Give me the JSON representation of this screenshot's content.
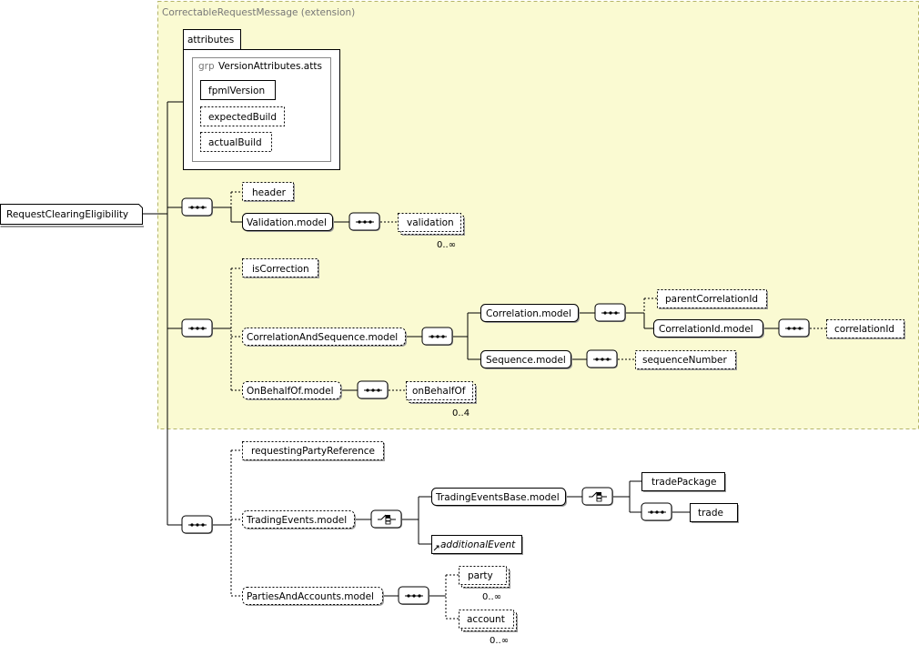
{
  "extension": {
    "label": "CorrectableRequestMessage (extension)"
  },
  "attributes": {
    "tab_label": "attributes",
    "group_prefix": "grp",
    "group_name": "VersionAttributes.atts",
    "items": [
      "fpmlVersion",
      "expectedBuild",
      "actualBuild"
    ]
  },
  "root": "RequestClearingEligibility",
  "elements": {
    "header": "header",
    "validation_model": "Validation.model",
    "validation": "validation",
    "validation_card": "0..∞",
    "is_correction": "isCorrection",
    "corr_seq_model": "CorrelationAndSequence.model",
    "correlation_model": "Correlation.model",
    "parent_correlation_id": "parentCorrelationId",
    "correlation_id_model": "CorrelationId.model",
    "correlation_id": "correlationId",
    "sequence_model": "Sequence.model",
    "sequence_number": "sequenceNumber",
    "on_behalf_of_model": "OnBehalfOf.model",
    "on_behalf_of": "onBehalfOf",
    "on_behalf_of_card": "0..4",
    "requesting_party_reference": "requestingPartyReference",
    "trading_events_model": "TradingEvents.model",
    "trading_events_base_model": "TradingEventsBase.model",
    "trade_package": "tradePackage",
    "trade": "trade",
    "additional_event": "additionalEvent",
    "parties_and_accounts_model": "PartiesAndAccounts.model",
    "party": "party",
    "party_card": "0..∞",
    "account": "account",
    "account_card": "0..∞"
  },
  "colors": {
    "extension_fill": "#fafad2",
    "extension_border": "#b5b56a",
    "shadow": "#9a9a9a"
  }
}
